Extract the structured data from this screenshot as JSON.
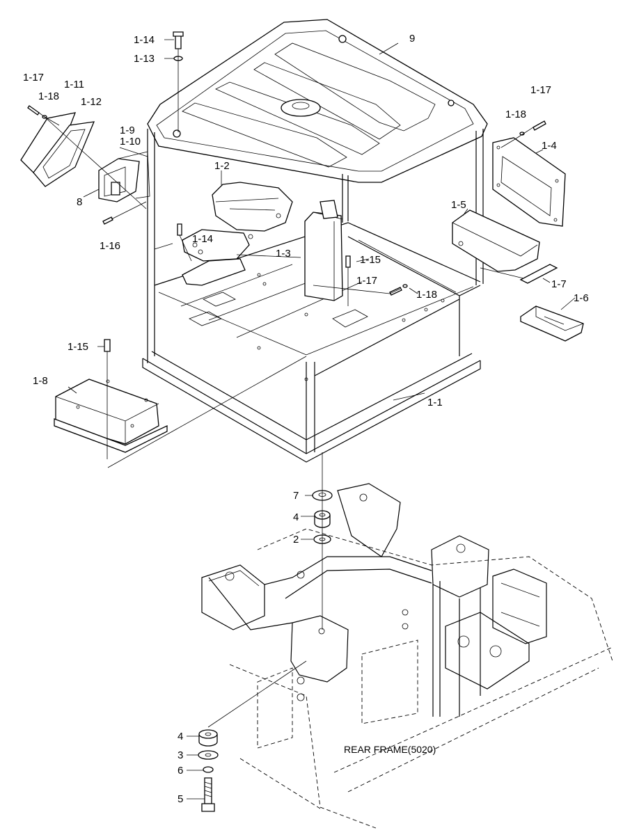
{
  "labels": {
    "l_1_14_top": "1-14",
    "l_1_13": "1-13",
    "l_9": "9",
    "l_1_17_left": "1-17",
    "l_1_11": "1-11",
    "l_1_18_left": "1-18",
    "l_1_12": "1-12",
    "l_1_9": "1-9",
    "l_1_10": "1-10",
    "l_8": "8",
    "l_1_16": "1-16",
    "l_1_2": "1-2",
    "l_1_14_mid": "1-14",
    "l_1_3": "1-3",
    "l_1_15_mid": "1-15",
    "l_1_17_right": "1-17",
    "l_1_18_right": "1-18",
    "l_1_4": "1-4",
    "l_1_5": "1-5",
    "l_1_17_mid": "1-17",
    "l_1_18_mid": "1-18",
    "l_1_7": "1-7",
    "l_1_6": "1-6",
    "l_1_15_left": "1-15",
    "l_1_8": "1-8",
    "l_1_1": "1-1",
    "l_7": "7",
    "l_4_top": "4",
    "l_2": "2",
    "l_4_bot": "4",
    "l_3": "3",
    "l_6": "6",
    "l_5": "5",
    "rear_frame": "REAR FRAME(5020)"
  }
}
